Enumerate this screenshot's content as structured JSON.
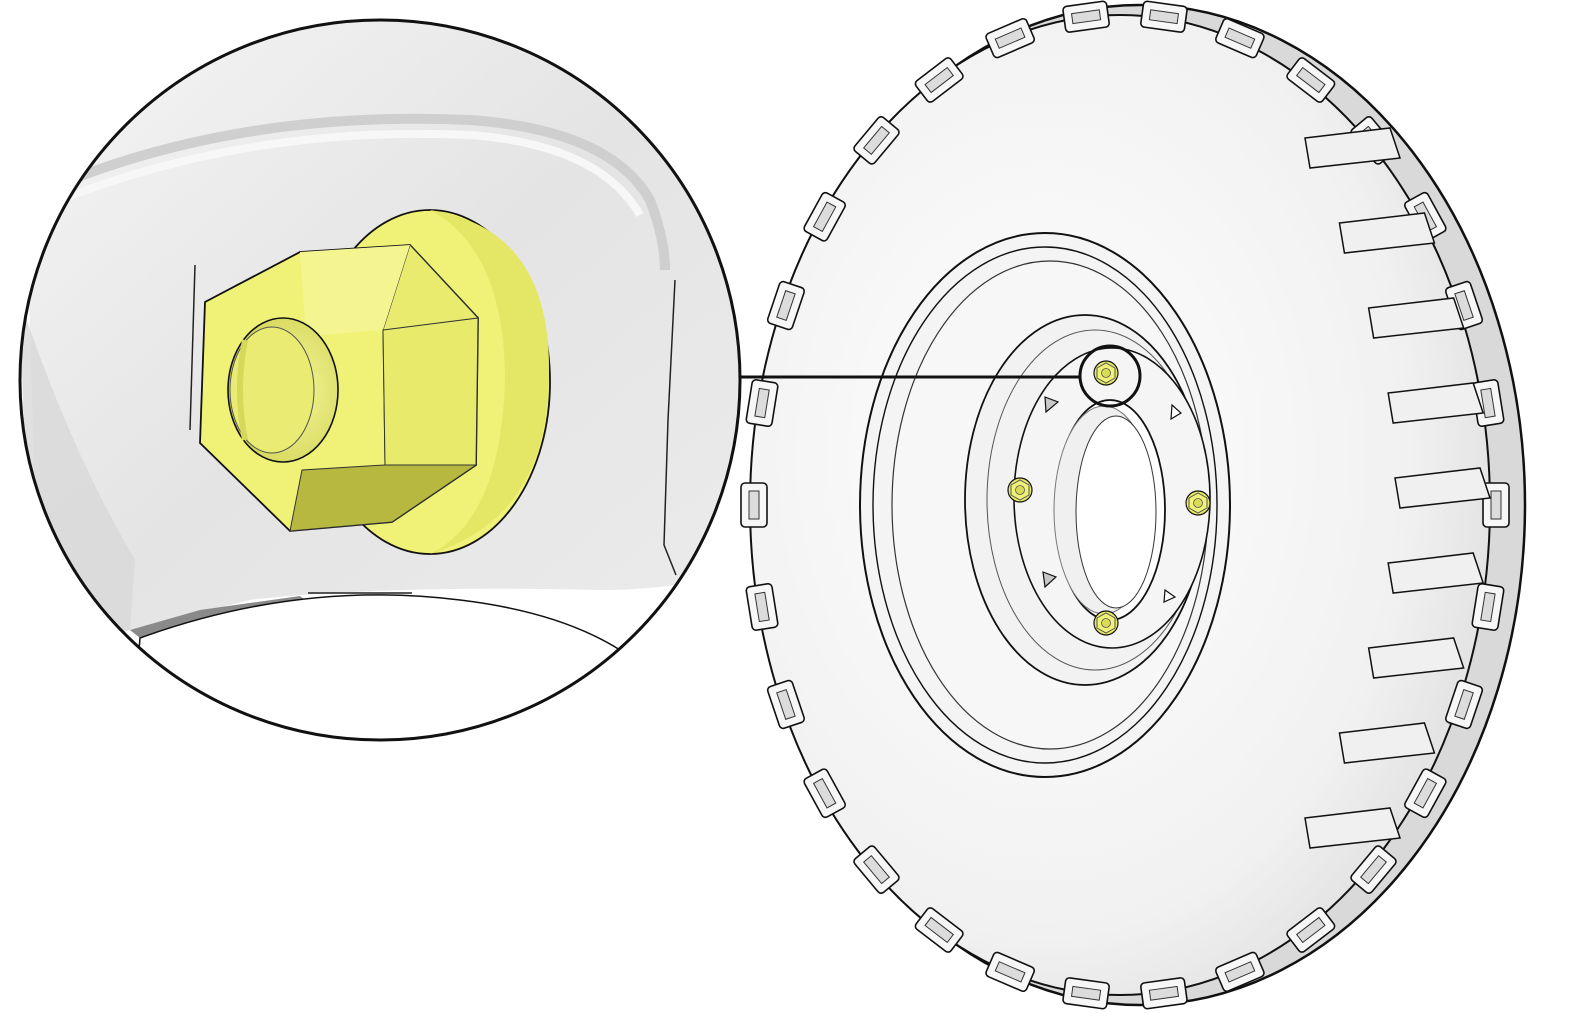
{
  "diagram": {
    "labels": [],
    "colors": {
      "background": "#ffffff",
      "part_highlight": "#f0f278",
      "part_shade": "#c9cb4e",
      "part_dark": "#a9ab3a",
      "tire": "#f4f4f4",
      "tire_shadow": "#d6d6d6",
      "detail_bg": "#e6e6e6",
      "outline": "#111111"
    },
    "wheel": {
      "lug_nut_count": 4,
      "hub_markers": 4
    },
    "detail_view": {
      "subject": "flange-lug-nut",
      "magnified": true
    }
  }
}
